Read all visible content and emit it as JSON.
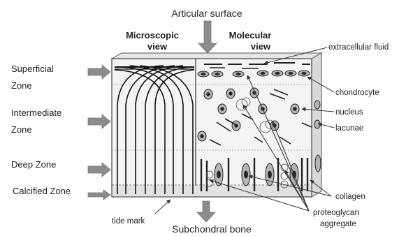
{
  "title_top": "Articular surface",
  "title_bottom": "Subchondral bone",
  "views": {
    "microscopic": [
      "Microscopic",
      "view"
    ],
    "molecular": [
      "Molecular",
      "view"
    ]
  },
  "zones": {
    "superficial": [
      "Superficial",
      "Zone"
    ],
    "intermediate": [
      "Intermediate",
      "Zone"
    ],
    "deep": "Deep Zone",
    "calcified": "Calcified Zone"
  },
  "labels": {
    "tide_mark": "tide mark",
    "extracellular_fluid": "extracellular fluid",
    "chondrocyte": "chondrocyte",
    "nucleus": "nucleus",
    "lacunae": "lacunae",
    "collagen": "collagen",
    "proteoglycan": [
      "proteoglycan",
      "aggregate"
    ]
  },
  "colors": {
    "arrow_gray": "#8c8c8c",
    "ink": "#222222",
    "cell_fill": "#b5b5b5",
    "block_face": "#f2f2f2"
  }
}
